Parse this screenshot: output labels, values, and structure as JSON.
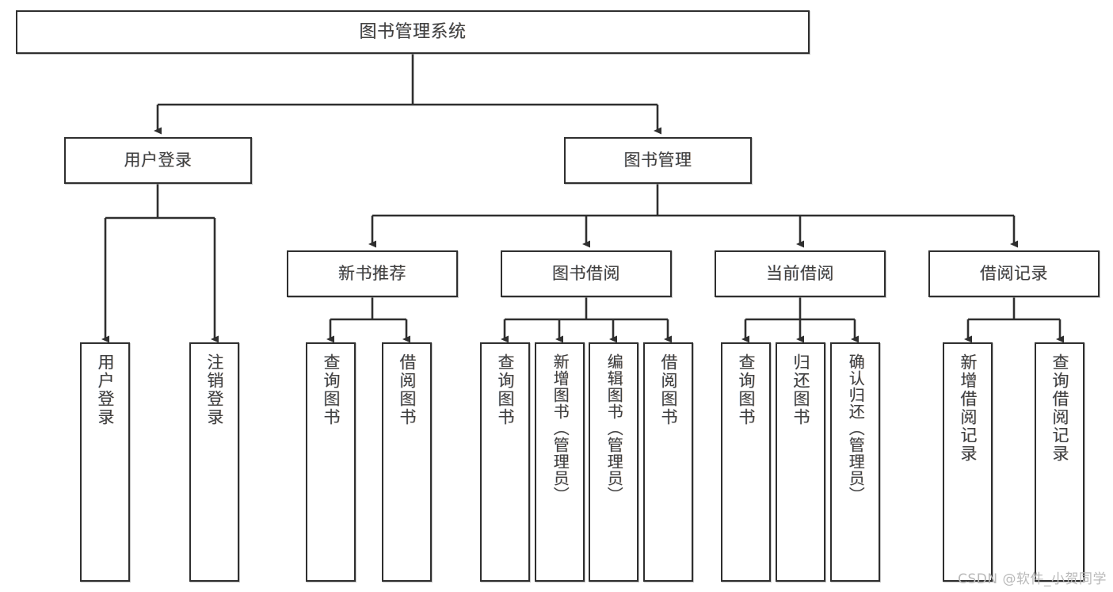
{
  "diagram": {
    "title": "图书管理系统",
    "type": "tree-hierarchy-chart",
    "watermark": "CSDN @软件_小贺同学",
    "colors": {
      "stroke": "#2f2f2f",
      "fill": "#ffffff",
      "text": "#404040",
      "watermark": "#b9b9b9"
    },
    "root": {
      "label": "图书管理系统"
    },
    "level2": [
      {
        "label": "用户登录"
      },
      {
        "label": "图书管理"
      }
    ],
    "level3": [
      {
        "label": "新书推荐"
      },
      {
        "label": "图书借阅"
      },
      {
        "label": "当前借阅"
      },
      {
        "label": "借阅记录"
      }
    ],
    "leaves": {
      "user_login": [
        {
          "label": "用户登录"
        },
        {
          "label": "注销登录"
        }
      ],
      "new_book": [
        {
          "label": "查询图书"
        },
        {
          "label": "借阅图书"
        }
      ],
      "book_borrow": [
        {
          "label": "查询图书"
        },
        {
          "label": "新增图书（管理员）"
        },
        {
          "label": "编辑图书（管理员）"
        },
        {
          "label": "借阅图书"
        }
      ],
      "current_borrow": [
        {
          "label": "查询图书"
        },
        {
          "label": "归还图书"
        },
        {
          "label": "确认归还（管理员）"
        }
      ],
      "borrow_record": [
        {
          "label": "新增借阅记录"
        },
        {
          "label": "查询借阅记录"
        }
      ]
    }
  }
}
